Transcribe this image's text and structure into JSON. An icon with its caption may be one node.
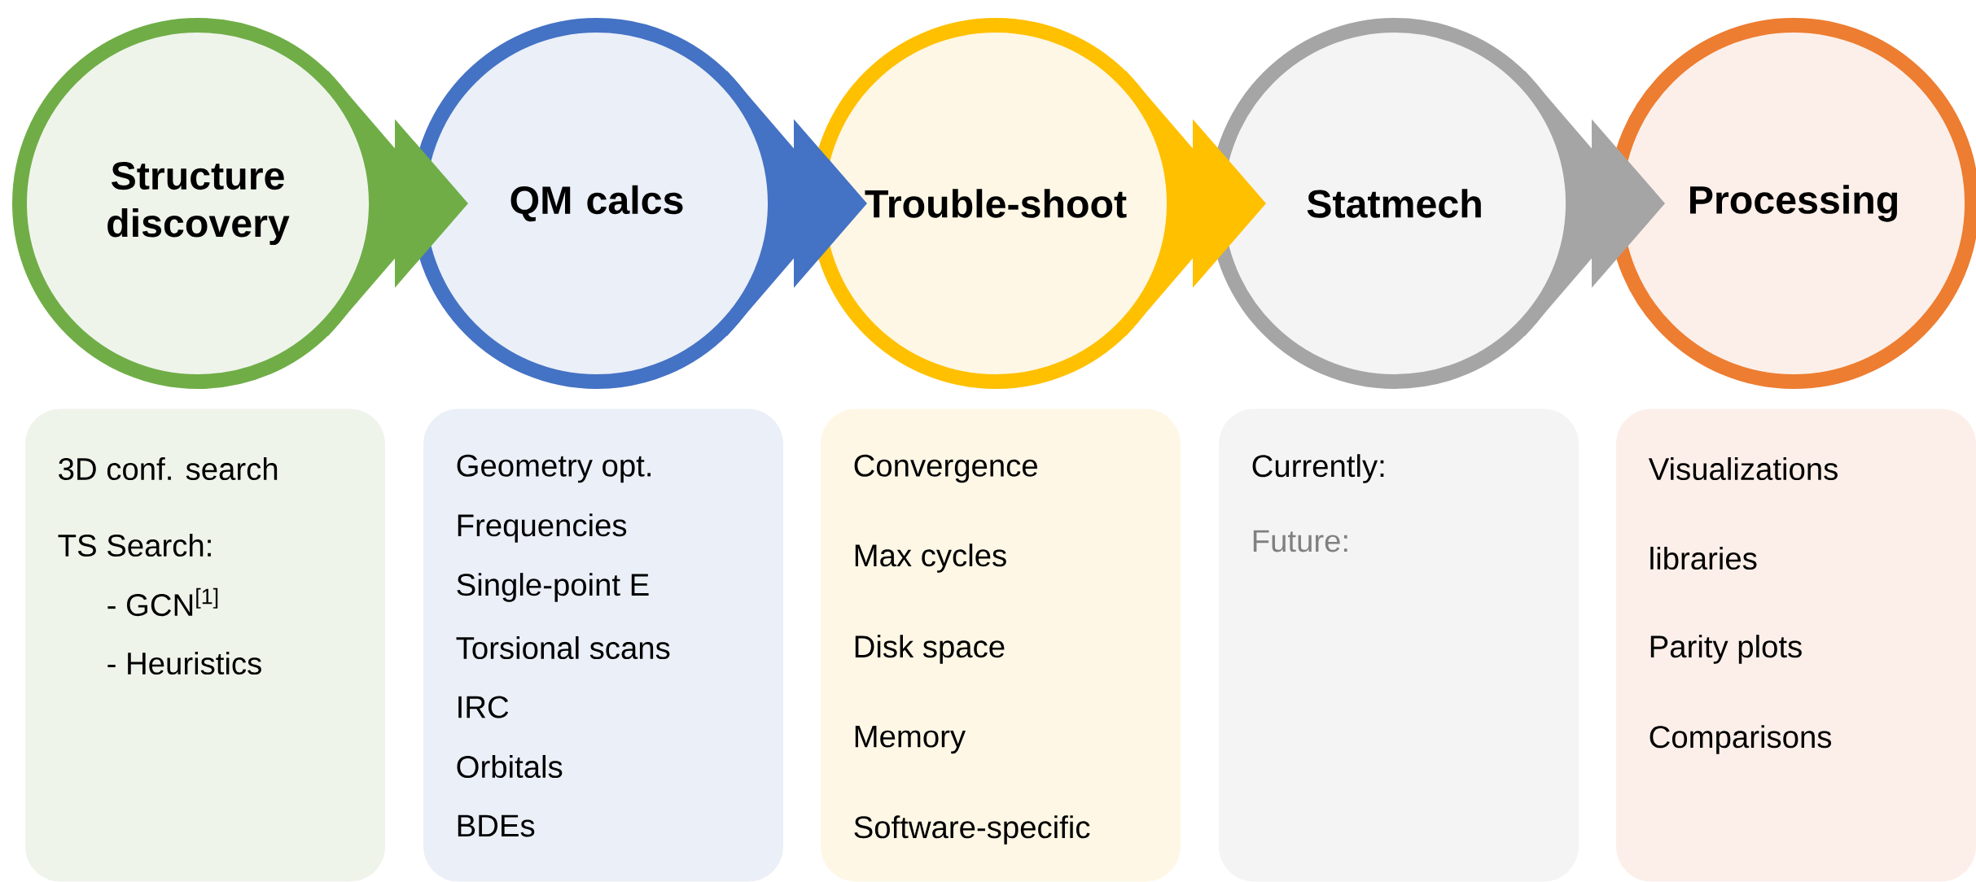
{
  "diagram": {
    "nodes": [
      {
        "text": [
          "Structure discovery"
        ]
      },
      {
        "text": [
          "QM calcs"
        ]
      },
      {
        "text": [
          "Trouble-shoot"
        ]
      },
      {
        "text": [
          "Statmech"
        ]
      },
      {
        "text": [
          "Processing"
        ]
      },
      {
        "text": [
          "3D conf. search",
          "TS Search:",
          "- GCN$^{[1]}$",
          "- Heuristics"
        ]
      },
      {
        "text": [
          "Geometry opt.",
          "Frequencies",
          "Single-point E",
          "Torsional scans",
          "IRC",
          "Orbitals",
          "BDEs"
        ]
      },
      {
        "text": [
          "Convergence",
          "Max cycles",
          "Disk space",
          "Memory",
          "Software-specific"
        ]
      },
      {
        "text": [
          "Currently:",
          "Future:"
        ]
      },
      {
        "text": [
          "Visualizations",
          "libraries",
          "Parity plots",
          "Comparisons"
        ]
      }
    ],
    "edges": [
      {
        "from": 0,
        "to": 1,
        "arrow": "to",
        "color": "#70ad47"
      },
      {
        "from": 1,
        "to": 2,
        "arrow": "to",
        "color": "#4472c4"
      },
      {
        "from": 2,
        "to": 3,
        "arrow": "to",
        "color": "#ffc000"
      },
      {
        "from": 3,
        "to": 4,
        "arrow": "to",
        "color": "#a5a5a5"
      }
    ]
  }
}
